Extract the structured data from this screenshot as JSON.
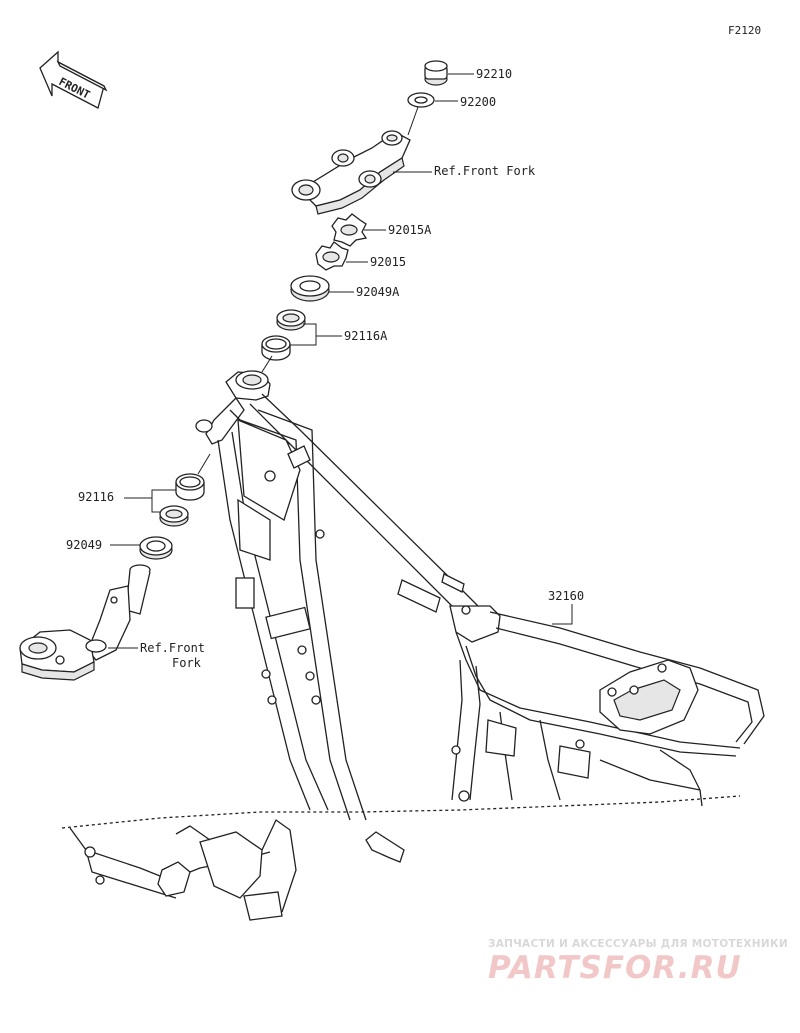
{
  "figure_code": "F2120",
  "front_arrow_label": "FRONT",
  "labels": {
    "p92210": "92210",
    "p92200": "92200",
    "ref_front_fork_top": "Ref.Front Fork",
    "p92015A": "92015A",
    "p92015": "92015",
    "p92049A": "92049A",
    "p92116A": "92116A",
    "p92116": "92116",
    "p92049": "92049",
    "ref_front_fork_bottom_1": "Ref.Front",
    "ref_front_fork_bottom_2": "Fork",
    "p32160": "32160"
  },
  "watermark": {
    "tagline": "ЗАПЧАСТИ И АКСЕССУАРЫ ДЛЯ МОТОТЕХНИКИ",
    "logo": "PARTSFOR.RU",
    "color": "#e8a0a0"
  }
}
